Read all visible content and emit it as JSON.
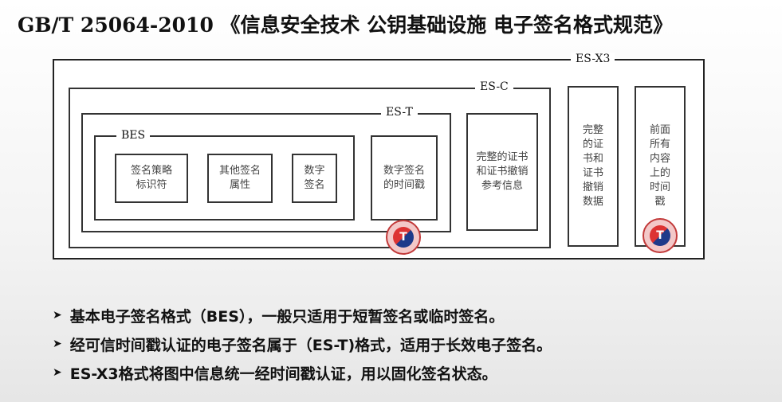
{
  "title": "GB/T 25064-2010 《信息安全技术 公钥基础设施 电子签名格式规范》",
  "diagram": {
    "labels": {
      "es_x3": "ES-X3",
      "es_c": "ES-C",
      "es_t": "ES-T",
      "bes": "BES"
    },
    "cells": {
      "policy_id": "签名策略标识符",
      "other_attrs": "其他签名属性",
      "digital_sig": "数字签名",
      "timestamp": "数字签名的时间戳",
      "complete_refs": "完整的证书和证书撤销参考信息",
      "complete_data": "完整的证书和证书撤销数据",
      "prior_timestamp": "前面所有内容上的时间戳"
    },
    "seal_letter": "T"
  },
  "bullets": [
    "基本电子签名格式（BES），一般只适用于短暂签名或临时签名。",
    "经可信时间戳认证的电子签名属于（ES-T)格式，适用于长效电子签名。",
    "ES-X3格式将图中信息统一经时间戳认证，用以固化签名状态。"
  ]
}
